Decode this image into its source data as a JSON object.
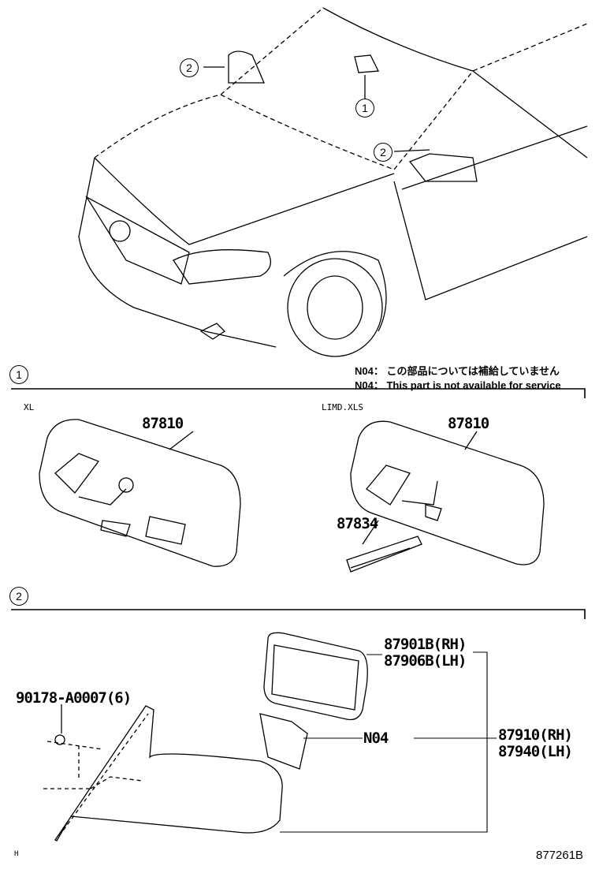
{
  "callouts": {
    "one": "1",
    "two": "2"
  },
  "notes": {
    "jp": "N04： この部品については補給していません",
    "en": "N04：  This part is not available for service"
  },
  "section1": {
    "variant_left": "XL",
    "variant_right": "LIMD.XLS",
    "part_left": "87810",
    "part_right": "87810",
    "part_clip": "87834"
  },
  "section2": {
    "bolt": "90178-A0007(6)",
    "glass_rh": "87901B(RH)",
    "glass_lh": "87906B(LH)",
    "n04": "N04",
    "assy_rh": "87910(RH)",
    "assy_lh": "87940(LH)"
  },
  "footer": {
    "left": "H",
    "code": "877261B"
  }
}
